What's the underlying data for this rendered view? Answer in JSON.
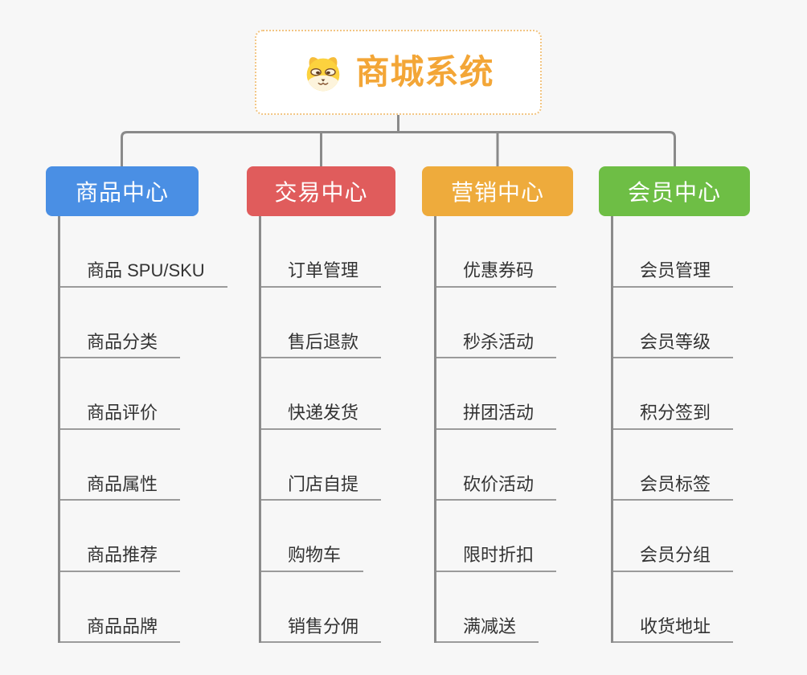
{
  "app": {
    "background_color": "#f7f7f7",
    "connector_color": "#8a8a8a",
    "underline_color": "#9b9b9b",
    "leaf_text_color": "#333333"
  },
  "root": {
    "title": "商城系统",
    "icon": "shiba-dog-icon",
    "title_color": "#f3a637",
    "border_color": "#f2c583",
    "background": "#ffffff"
  },
  "branches": [
    {
      "label": "商品中心",
      "color": "#4a8fe4",
      "items": [
        "商品 SPU/SKU",
        "商品分类",
        "商品评价",
        "商品属性",
        "商品推荐",
        "商品品牌"
      ]
    },
    {
      "label": "交易中心",
      "color": "#e05c5c",
      "items": [
        "订单管理",
        "售后退款",
        "快递发货",
        "门店自提",
        "购物车",
        "销售分佣"
      ]
    },
    {
      "label": "营销中心",
      "color": "#eeab3c",
      "items": [
        "优惠券码",
        "秒杀活动",
        "拼团活动",
        "砍价活动",
        "限时折扣",
        "满减送"
      ]
    },
    {
      "label": "会员中心",
      "color": "#6ebe45",
      "items": [
        "会员管理",
        "会员等级",
        "积分签到",
        "会员标签",
        "会员分组",
        "收货地址"
      ]
    }
  ]
}
